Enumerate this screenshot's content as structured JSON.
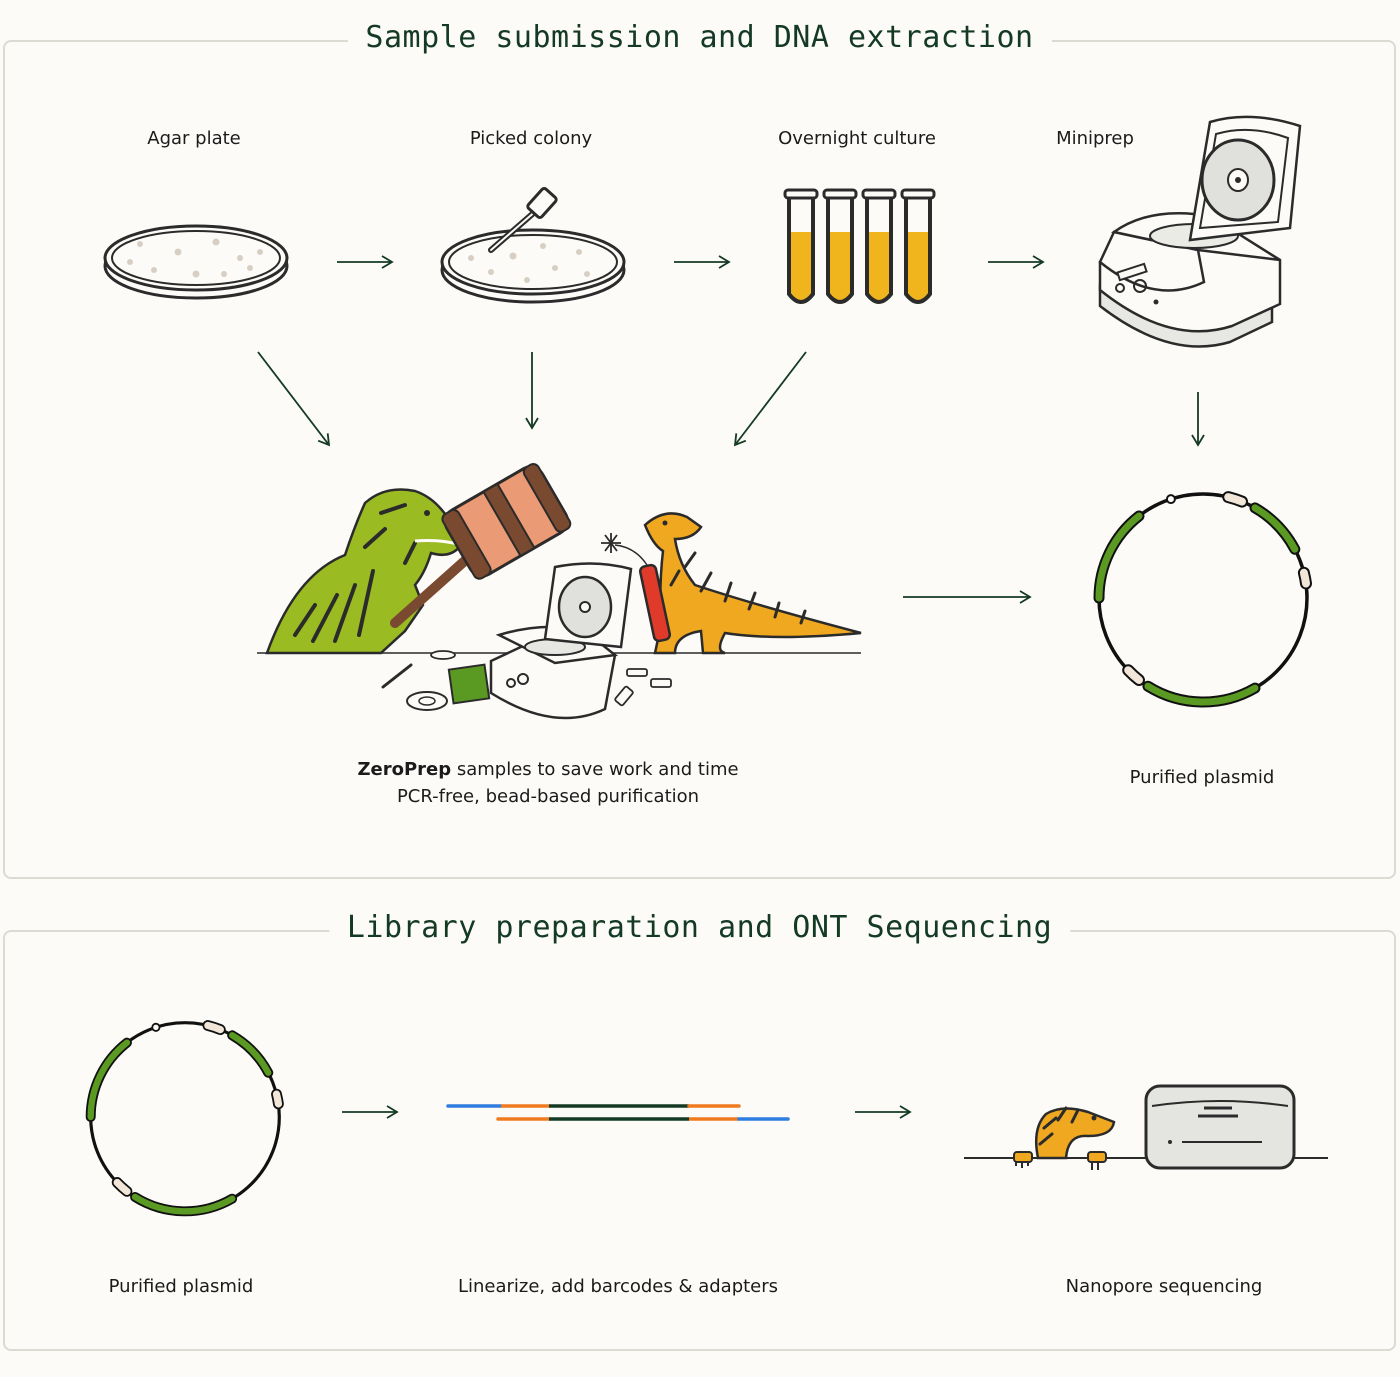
{
  "sections": {
    "extraction": {
      "title": "Sample submission and DNA extraction",
      "steps": {
        "agar_plate": "Agar plate",
        "picked_colony": "Picked colony",
        "overnight_culture": "Overnight culture",
        "miniprep": "Miniprep",
        "purified_plasmid": "Purified plasmid"
      },
      "zeroprep": {
        "brand": "ZeroPrep",
        "line1_rest": " samples to save work and time",
        "line2": "PCR-free, bead-based purification"
      }
    },
    "sequencing": {
      "title": "Library preparation and ONT Sequencing",
      "steps": {
        "purified_plasmid": "Purified plasmid",
        "linearize": "Linearize, add barcodes & adapters",
        "nanopore": "Nanopore sequencing"
      }
    }
  },
  "colors": {
    "dark_green": "#143a23",
    "plasmid_green": "#5a9a22",
    "culture_yellow": "#f0b41c",
    "dino_green": "#9abb22",
    "dino_orange": "#f0a820",
    "hammer_pink": "#ea9a74",
    "adapter_orange": "#f07a20",
    "barcode_blue": "#2f7de0",
    "dynamite_red": "#e03a2a"
  }
}
